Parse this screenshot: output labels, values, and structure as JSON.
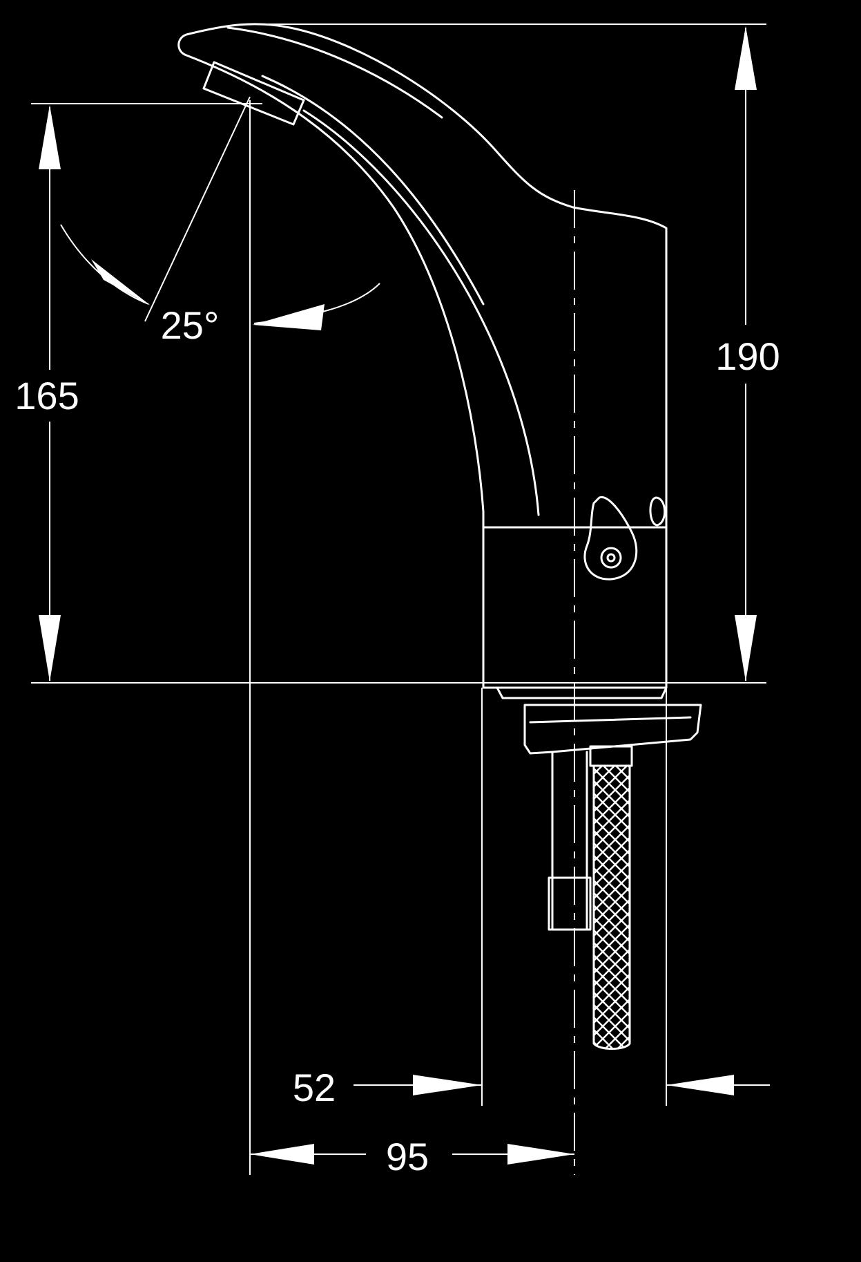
{
  "colors": {
    "background": "#000000",
    "line": "#ffffff"
  },
  "dimensions": {
    "overall_height": "190",
    "spout_height": "165",
    "spray_angle": "25°",
    "spout_reach": "95",
    "base_width": "52"
  }
}
